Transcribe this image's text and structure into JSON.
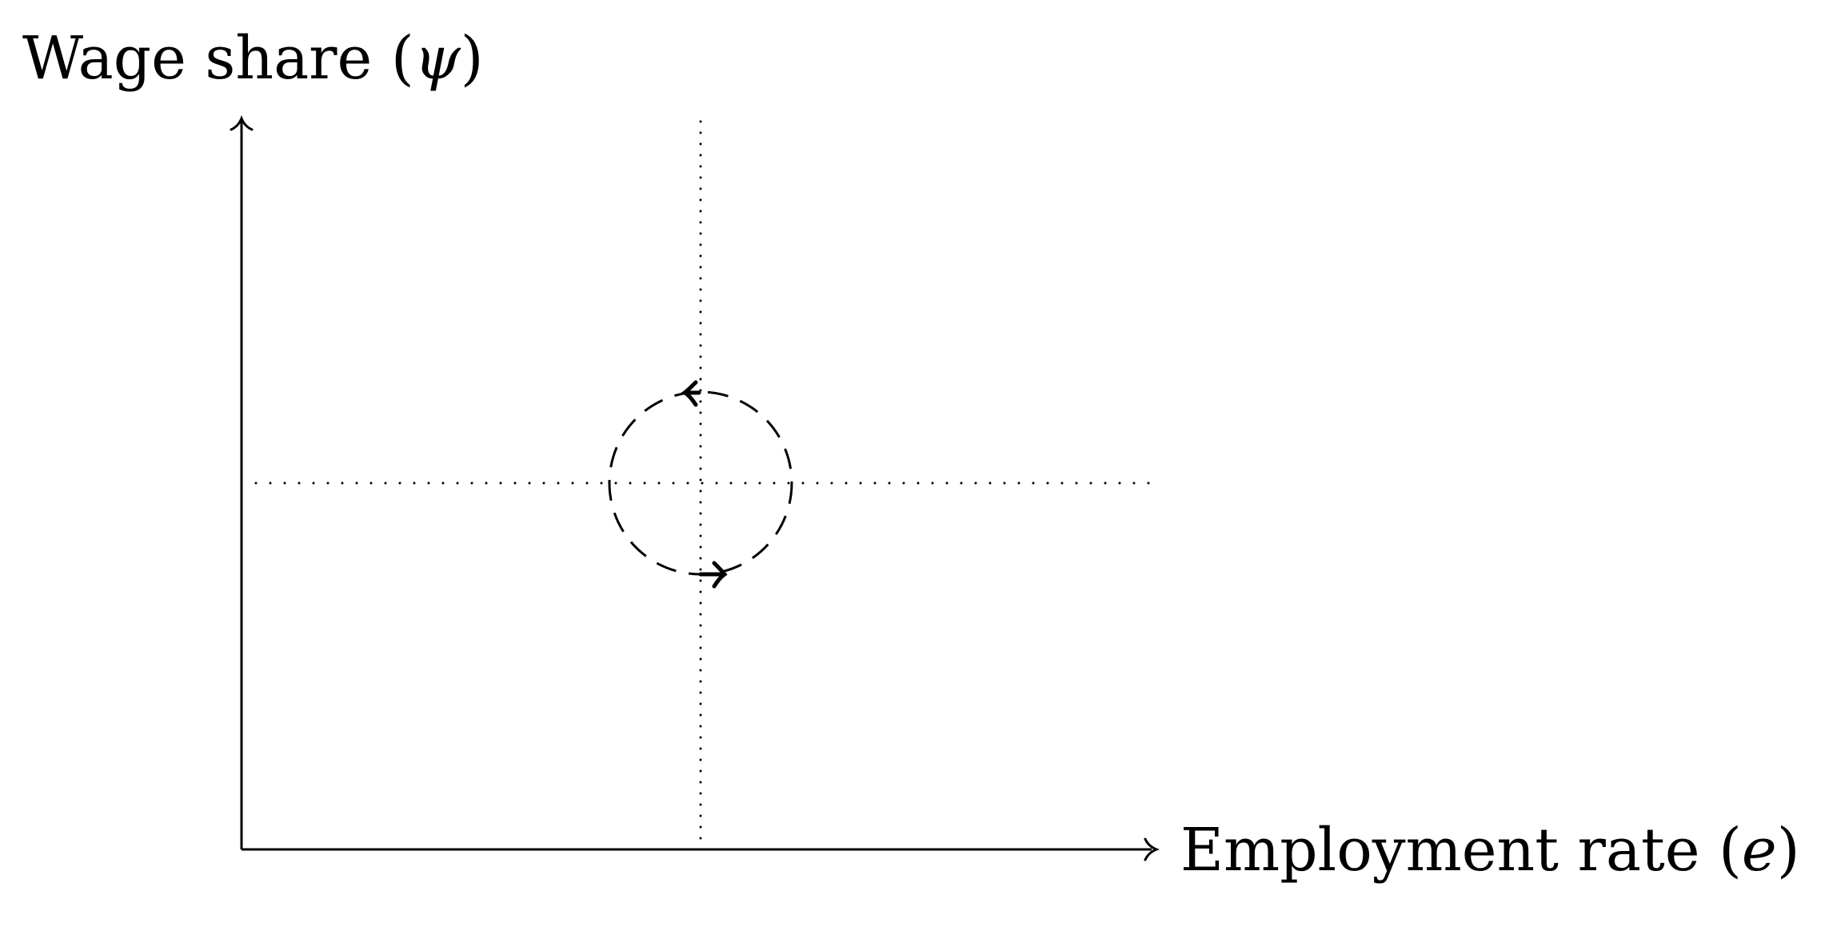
{
  "diagram": {
    "y_axis_label": {
      "text": "Wage share (",
      "symbol": "ψ",
      "close": ")"
    },
    "x_axis_label": {
      "text": "Employment rate (",
      "symbol": "e",
      "close": ")"
    },
    "cycle": {
      "direction": "counter-clockwise",
      "style": "dashed"
    },
    "equilibrium_lines": {
      "style": "dotted"
    },
    "colors": {
      "ink": "#000000",
      "background": "#ffffff"
    }
  }
}
